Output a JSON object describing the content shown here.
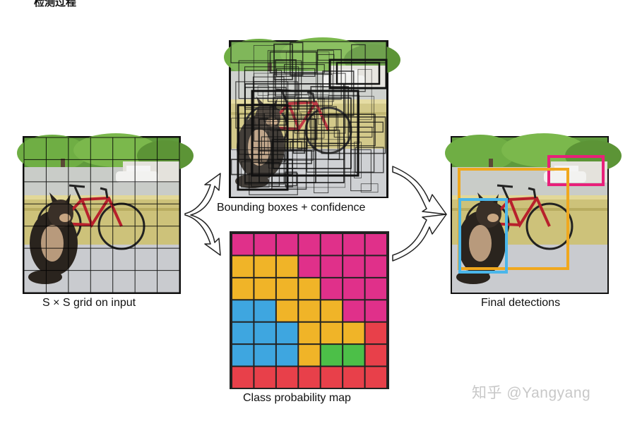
{
  "header": {
    "text": "检测过程"
  },
  "captions": {
    "grid": "S × S grid on input",
    "bbox": "Bounding boxes + confidence",
    "classmap": "Class probability map",
    "final": "Final detections"
  },
  "watermark": "知乎 @Yangyang",
  "colors": {
    "pink": "#e0308a",
    "yellow": "#f0b428",
    "blue": "#3ea6e0",
    "green": "#4cbf48",
    "red": "#e8404a",
    "box_pink": "#e8207a",
    "box_orange": "#f0a81e",
    "box_blue": "#4ab6ea"
  },
  "class_map": [
    [
      "pink",
      "pink",
      "pink",
      "pink",
      "pink",
      "pink",
      "pink"
    ],
    [
      "yellow",
      "yellow",
      "yellow",
      "pink",
      "pink",
      "pink",
      "pink"
    ],
    [
      "yellow",
      "yellow",
      "yellow",
      "yellow",
      "pink",
      "pink",
      "pink"
    ],
    [
      "blue",
      "blue",
      "yellow",
      "yellow",
      "yellow",
      "pink",
      "pink"
    ],
    [
      "blue",
      "blue",
      "blue",
      "yellow",
      "yellow",
      "yellow",
      "red"
    ],
    [
      "blue",
      "blue",
      "blue",
      "yellow",
      "green",
      "green",
      "red"
    ],
    [
      "red",
      "red",
      "red",
      "red",
      "red",
      "red",
      "red"
    ]
  ]
}
